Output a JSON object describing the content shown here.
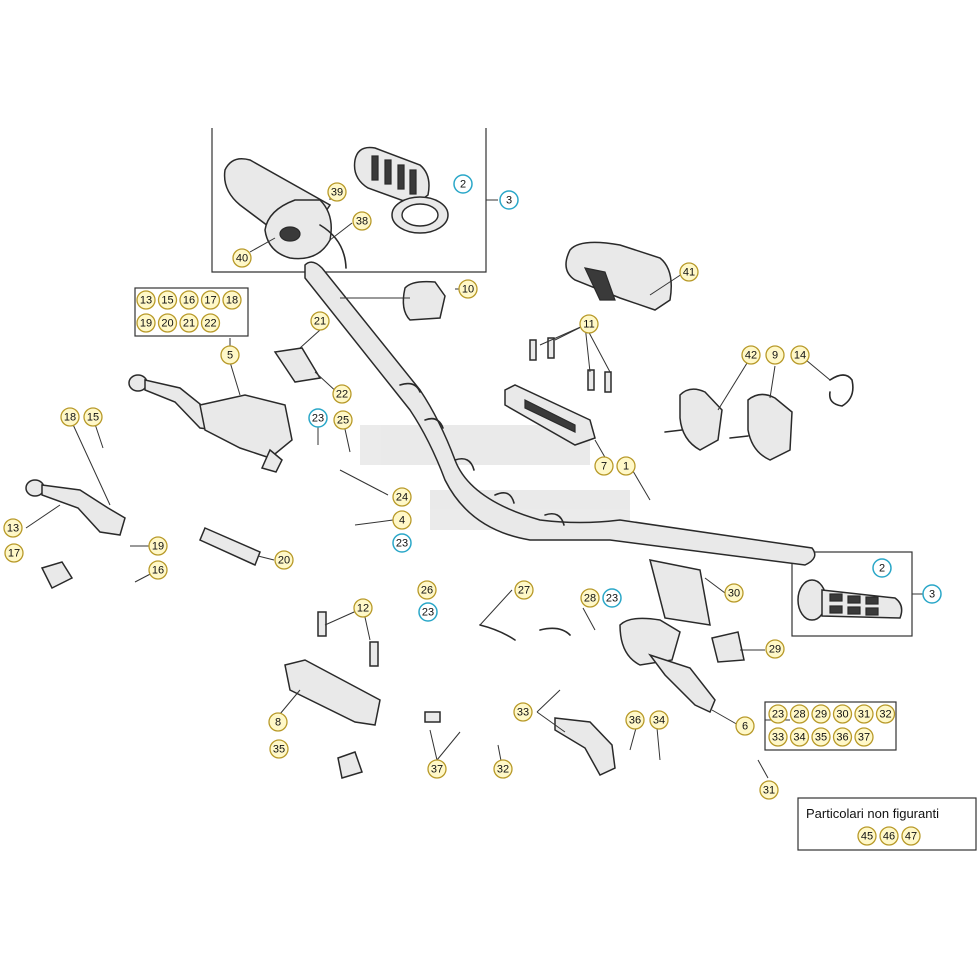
{
  "note": {
    "title": "Particolari non figuranti",
    "parts": [
      "45",
      "46",
      "47"
    ]
  },
  "kits": [
    [
      "13",
      "15",
      "16",
      "17",
      "18",
      "19",
      "20",
      "21",
      "22"
    ],
    [
      "23",
      "28",
      "29",
      "30",
      "31",
      "32",
      "33",
      "34",
      "35",
      "36",
      "37"
    ]
  ],
  "callouts": [
    {
      "label": "2",
      "style": "cyan"
    },
    {
      "label": "3",
      "style": "cyan"
    },
    {
      "label": "39",
      "style": "yellow"
    },
    {
      "label": "38",
      "style": "yellow"
    },
    {
      "label": "40",
      "style": "yellow"
    },
    {
      "label": "10",
      "style": "yellow"
    },
    {
      "label": "41",
      "style": "yellow"
    },
    {
      "label": "11",
      "style": "yellow"
    },
    {
      "label": "21",
      "style": "yellow"
    },
    {
      "label": "5",
      "style": "yellow"
    },
    {
      "label": "22",
      "style": "yellow"
    },
    {
      "label": "42",
      "style": "yellow"
    },
    {
      "label": "9",
      "style": "yellow"
    },
    {
      "label": "14",
      "style": "yellow"
    },
    {
      "label": "18",
      "style": "yellow"
    },
    {
      "label": "15",
      "style": "yellow"
    },
    {
      "label": "23",
      "style": "cyan"
    },
    {
      "label": "25",
      "style": "yellow"
    },
    {
      "label": "7",
      "style": "yellow"
    },
    {
      "label": "1",
      "style": "yellow"
    },
    {
      "label": "24",
      "style": "yellow"
    },
    {
      "label": "13",
      "style": "yellow"
    },
    {
      "label": "4",
      "style": "yellow"
    },
    {
      "label": "23",
      "style": "cyan"
    },
    {
      "label": "19",
      "style": "yellow"
    },
    {
      "label": "17",
      "style": "yellow"
    },
    {
      "label": "16",
      "style": "yellow"
    },
    {
      "label": "20",
      "style": "yellow"
    },
    {
      "label": "2",
      "style": "cyan"
    },
    {
      "label": "3",
      "style": "cyan"
    },
    {
      "label": "26",
      "style": "yellow"
    },
    {
      "label": "27",
      "style": "yellow"
    },
    {
      "label": "30",
      "style": "yellow"
    },
    {
      "label": "12",
      "style": "yellow"
    },
    {
      "label": "23",
      "style": "cyan"
    },
    {
      "label": "28",
      "style": "yellow"
    },
    {
      "label": "23",
      "style": "cyan"
    },
    {
      "label": "29",
      "style": "yellow"
    },
    {
      "label": "33",
      "style": "yellow"
    },
    {
      "label": "36",
      "style": "yellow"
    },
    {
      "label": "34",
      "style": "yellow"
    },
    {
      "label": "6",
      "style": "yellow"
    },
    {
      "label": "8",
      "style": "yellow"
    },
    {
      "label": "35",
      "style": "yellow"
    },
    {
      "label": "37",
      "style": "yellow"
    },
    {
      "label": "32",
      "style": "yellow"
    },
    {
      "label": "31",
      "style": "yellow"
    }
  ]
}
